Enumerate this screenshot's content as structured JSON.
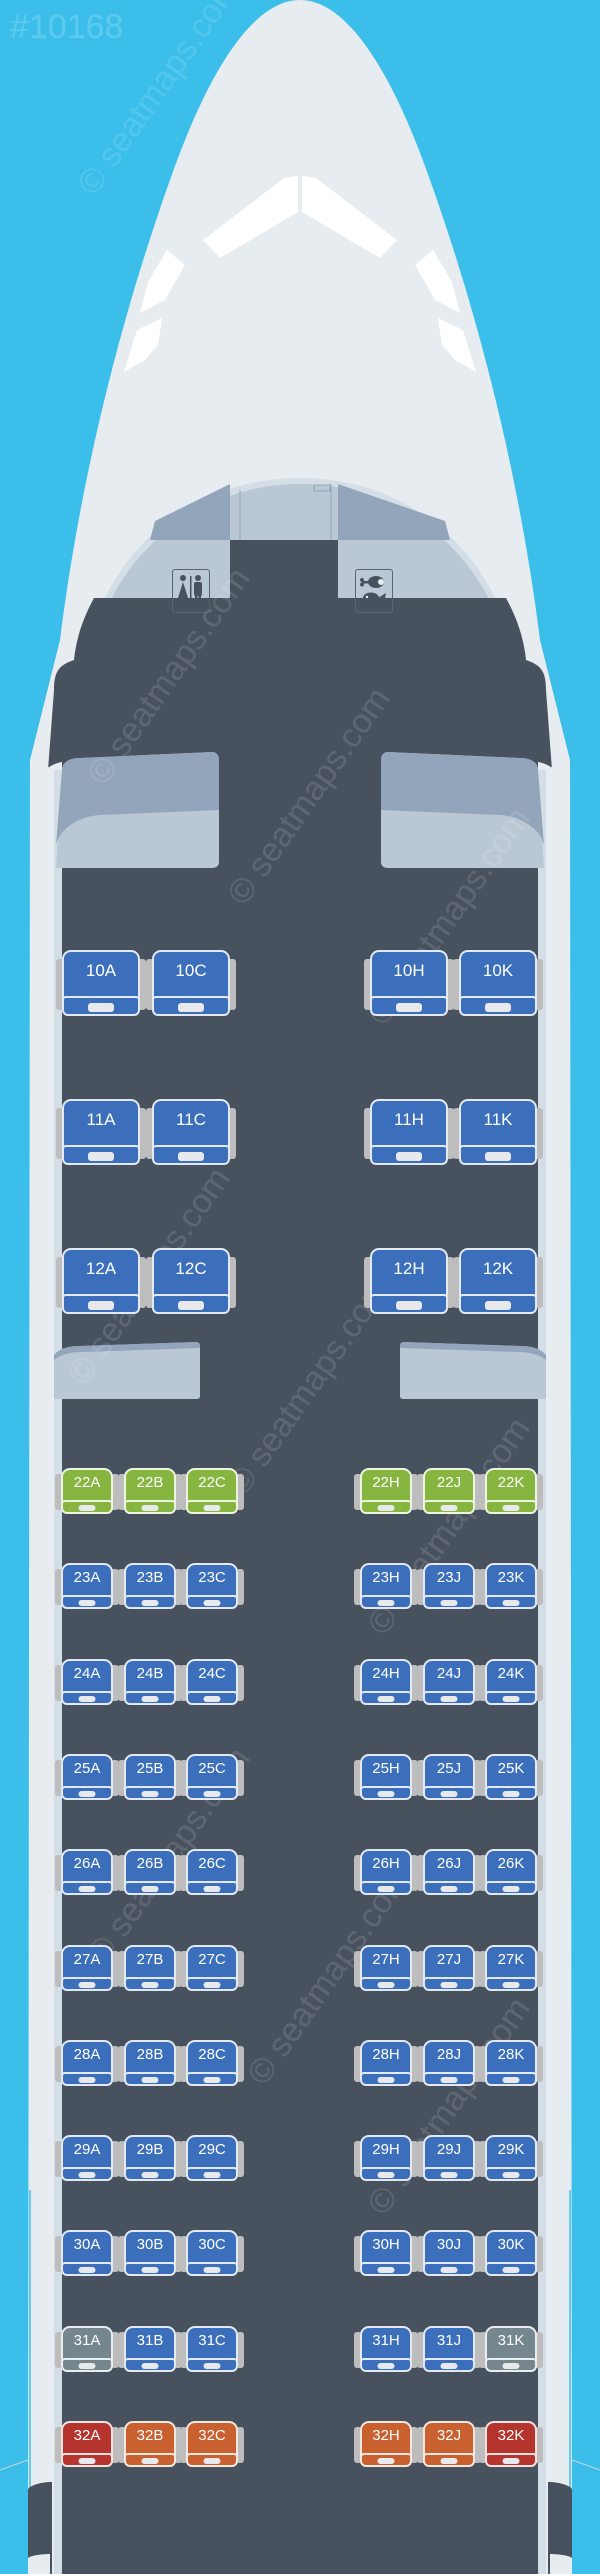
{
  "map_id": "#10168",
  "watermark": "© seatmaps.com",
  "colors": {
    "sky": "#3bbfea",
    "fuselage": "#e7ecf0",
    "cabin_floor": "#48525e",
    "bulkhead": "#bac8d6",
    "bulkhead_dark": "#93a5bb",
    "seat_standard": "#3c6fbb",
    "seat_extra_legroom": "#86b540",
    "seat_blocked": "#76868f",
    "seat_limited_recline": "#c8602f",
    "seat_no_recline": "#b5352e",
    "seat_arm": "#bdbdbd"
  },
  "facilities": {
    "lavatory_icon": "lavatory",
    "galley_icon": "galley"
  },
  "business": {
    "rows": [
      {
        "row": "10",
        "left": [
          "10A",
          "10C"
        ],
        "right": [
          "10H",
          "10K"
        ]
      },
      {
        "row": "11",
        "left": [
          "11A",
          "11C"
        ],
        "right": [
          "11H",
          "11K"
        ]
      },
      {
        "row": "12",
        "left": [
          "12A",
          "12C"
        ],
        "right": [
          "12H",
          "12K"
        ]
      }
    ]
  },
  "economy": {
    "rows": [
      {
        "row": "22",
        "seats": [
          {
            "id": "22A",
            "type": "extra_legroom"
          },
          {
            "id": "22B",
            "type": "extra_legroom"
          },
          {
            "id": "22C",
            "type": "extra_legroom"
          },
          {
            "id": "22H",
            "type": "extra_legroom"
          },
          {
            "id": "22J",
            "type": "extra_legroom"
          },
          {
            "id": "22K",
            "type": "extra_legroom"
          }
        ]
      },
      {
        "row": "23",
        "seats": [
          {
            "id": "23A",
            "type": "standard"
          },
          {
            "id": "23B",
            "type": "standard"
          },
          {
            "id": "23C",
            "type": "standard"
          },
          {
            "id": "23H",
            "type": "standard"
          },
          {
            "id": "23J",
            "type": "standard"
          },
          {
            "id": "23K",
            "type": "standard"
          }
        ]
      },
      {
        "row": "24",
        "seats": [
          {
            "id": "24A",
            "type": "standard"
          },
          {
            "id": "24B",
            "type": "standard"
          },
          {
            "id": "24C",
            "type": "standard"
          },
          {
            "id": "24H",
            "type": "standard"
          },
          {
            "id": "24J",
            "type": "standard"
          },
          {
            "id": "24K",
            "type": "standard"
          }
        ]
      },
      {
        "row": "25",
        "seats": [
          {
            "id": "25A",
            "type": "standard"
          },
          {
            "id": "25B",
            "type": "standard"
          },
          {
            "id": "25C",
            "type": "standard"
          },
          {
            "id": "25H",
            "type": "standard"
          },
          {
            "id": "25J",
            "type": "standard"
          },
          {
            "id": "25K",
            "type": "standard"
          }
        ]
      },
      {
        "row": "26",
        "seats": [
          {
            "id": "26A",
            "type": "standard"
          },
          {
            "id": "26B",
            "type": "standard"
          },
          {
            "id": "26C",
            "type": "standard"
          },
          {
            "id": "26H",
            "type": "standard"
          },
          {
            "id": "26J",
            "type": "standard"
          },
          {
            "id": "26K",
            "type": "standard"
          }
        ]
      },
      {
        "row": "27",
        "seats": [
          {
            "id": "27A",
            "type": "standard"
          },
          {
            "id": "27B",
            "type": "standard"
          },
          {
            "id": "27C",
            "type": "standard"
          },
          {
            "id": "27H",
            "type": "standard"
          },
          {
            "id": "27J",
            "type": "standard"
          },
          {
            "id": "27K",
            "type": "standard"
          }
        ]
      },
      {
        "row": "28",
        "seats": [
          {
            "id": "28A",
            "type": "standard"
          },
          {
            "id": "28B",
            "type": "standard"
          },
          {
            "id": "28C",
            "type": "standard"
          },
          {
            "id": "28H",
            "type": "standard"
          },
          {
            "id": "28J",
            "type": "standard"
          },
          {
            "id": "28K",
            "type": "standard"
          }
        ]
      },
      {
        "row": "29",
        "seats": [
          {
            "id": "29A",
            "type": "standard"
          },
          {
            "id": "29B",
            "type": "standard"
          },
          {
            "id": "29C",
            "type": "standard"
          },
          {
            "id": "29H",
            "type": "standard"
          },
          {
            "id": "29J",
            "type": "standard"
          },
          {
            "id": "29K",
            "type": "standard"
          }
        ]
      },
      {
        "row": "30",
        "seats": [
          {
            "id": "30A",
            "type": "standard"
          },
          {
            "id": "30B",
            "type": "standard"
          },
          {
            "id": "30C",
            "type": "standard"
          },
          {
            "id": "30H",
            "type": "standard"
          },
          {
            "id": "30J",
            "type": "standard"
          },
          {
            "id": "30K",
            "type": "standard"
          }
        ]
      },
      {
        "row": "31",
        "seats": [
          {
            "id": "31A",
            "type": "blocked"
          },
          {
            "id": "31B",
            "type": "standard"
          },
          {
            "id": "31C",
            "type": "standard"
          },
          {
            "id": "31H",
            "type": "standard"
          },
          {
            "id": "31J",
            "type": "standard"
          },
          {
            "id": "31K",
            "type": "blocked"
          }
        ]
      },
      {
        "row": "32",
        "seats": [
          {
            "id": "32A",
            "type": "no_recline"
          },
          {
            "id": "32B",
            "type": "limited_recline"
          },
          {
            "id": "32C",
            "type": "limited_recline"
          },
          {
            "id": "32H",
            "type": "limited_recline"
          },
          {
            "id": "32J",
            "type": "limited_recline"
          },
          {
            "id": "32K",
            "type": "no_recline"
          }
        ]
      }
    ]
  }
}
